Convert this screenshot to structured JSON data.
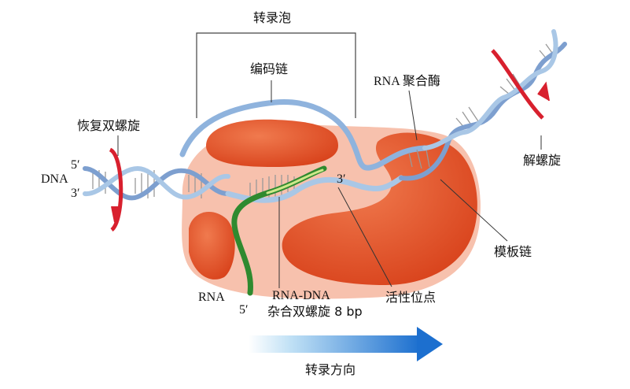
{
  "labels": {
    "bubble": "转录泡",
    "coding_strand": "编码链",
    "rna_polymerase": "RNA 聚合酶",
    "rewinding": "恢复双螺旋",
    "dna": "DNA",
    "five_prime_top": "5′",
    "three_prime_bottom": "3′",
    "three_prime_rna": "3′",
    "unwinding": "解螺旋",
    "template_strand": "模板链",
    "rna": "RNA",
    "five_prime_rna": "5′",
    "hybrid_line1": "RNA-DNA",
    "hybrid_line2": "杂合双螺旋 8 bp",
    "active_site": "活性位点",
    "direction": "转录方向"
  },
  "colors": {
    "enzyme_body": "#f7c1ad",
    "enzyme_lobe": "#e8542a",
    "coding_strand": "#8fb3dd",
    "template_strand": "#a9c7e6",
    "rna_strand": "#2f8a2f",
    "rna_light": "#cde88a",
    "twist_arrow": "#d8202e",
    "direction_arrow": "#1c6fcf"
  }
}
